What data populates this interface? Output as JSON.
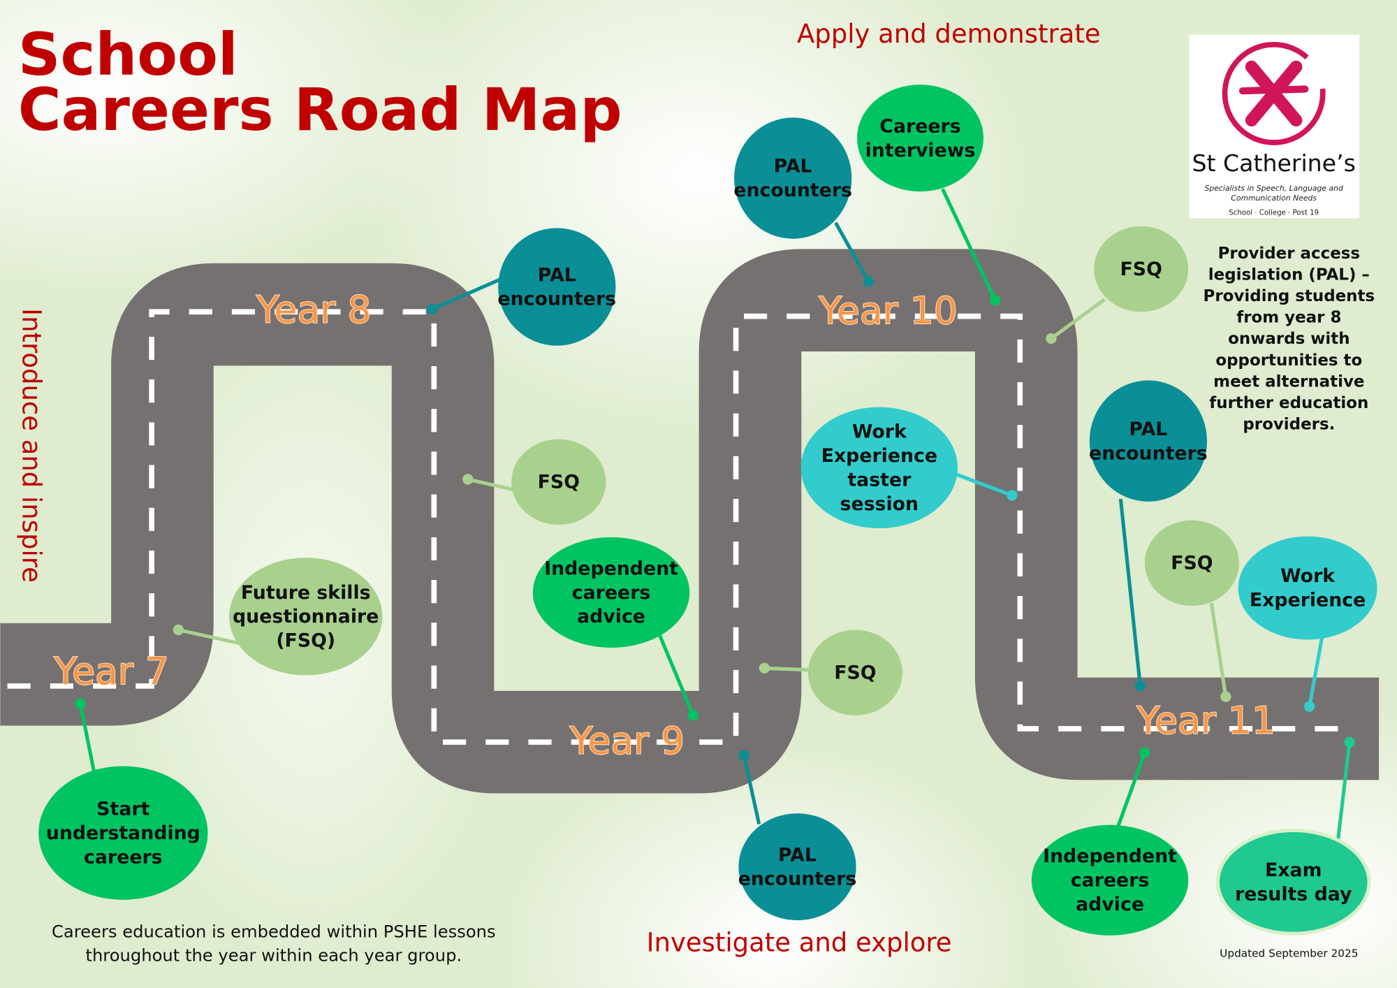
{
  "title": {
    "line1": "School",
    "line2": "Careers Road Map"
  },
  "phases": {
    "introduce": "Introduce and inspire",
    "investigate": "Investigate and explore",
    "apply": "Apply and demonstrate"
  },
  "years": [
    "Year 7",
    "Year 8",
    "Year 9",
    "Year 10",
    "Year 11"
  ],
  "colors": {
    "title": "#c00000",
    "road": "#757171",
    "year_label": "#f79646",
    "green": "#00c462",
    "light_green": "#a9d18e",
    "teal": "#0b8f96",
    "cyan": "#33cccc",
    "exam": "#1fc98f"
  },
  "bubbles": [
    {
      "lines": [
        "Start",
        "understanding",
        "careers"
      ],
      "kind": "green"
    },
    {
      "lines": [
        "Future skills",
        "questionnaire",
        "(FSQ)"
      ],
      "kind": "light_green"
    },
    {
      "lines": [
        "PAL",
        "encounters"
      ],
      "kind": "teal"
    },
    {
      "lines": [
        "FSQ"
      ],
      "kind": "light_green"
    },
    {
      "lines": [
        "Independent",
        "careers",
        "advice"
      ],
      "kind": "green"
    },
    {
      "lines": [
        "PAL",
        "encounters"
      ],
      "kind": "teal"
    },
    {
      "lines": [
        "Careers",
        "interviews"
      ],
      "kind": "green"
    },
    {
      "lines": [
        "Work",
        "Experience",
        "taster",
        "session"
      ],
      "kind": "cyan"
    },
    {
      "lines": [
        "FSQ"
      ],
      "kind": "light_green"
    },
    {
      "lines": [
        "PAL",
        "encounters"
      ],
      "kind": "teal"
    },
    {
      "lines": [
        "FSQ"
      ],
      "kind": "light_green"
    },
    {
      "lines": [
        "PAL",
        "encounters"
      ],
      "kind": "teal"
    },
    {
      "lines": [
        "FSQ"
      ],
      "kind": "light_green"
    },
    {
      "lines": [
        "Work",
        "Experience"
      ],
      "kind": "cyan"
    },
    {
      "lines": [
        "Independent",
        "careers",
        "advice"
      ],
      "kind": "green"
    },
    {
      "lines": [
        "Exam",
        "results day"
      ],
      "kind": "exam"
    }
  ],
  "pal_note": [
    "Provider access",
    "legislation (PAL) –",
    "Providing students",
    "from year 8",
    "onwards with",
    "opportunities to",
    "meet alternative",
    "further education",
    "providers."
  ],
  "footer_note": [
    "Careers education is embedded within PSHE lessons",
    "throughout the year within each year group."
  ],
  "updated": "Updated September 2025",
  "logo": {
    "name": "St Catherine’s",
    "tagline": [
      "Specialists in Speech, Language and",
      "Communication Needs"
    ],
    "sections": "School · College · Post 19"
  }
}
